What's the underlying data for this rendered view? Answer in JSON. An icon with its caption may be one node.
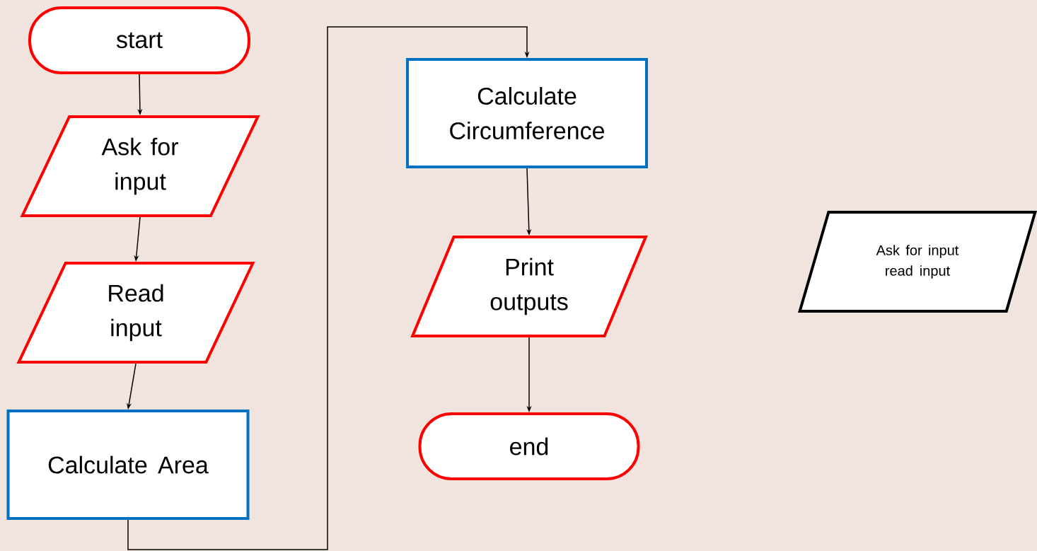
{
  "diagram": {
    "nodes": [
      {
        "text": [
          "start"
        ]
      },
      {
        "text": [
          "Ask for input"
        ]
      },
      {
        "text": [
          "Read input"
        ]
      },
      {
        "text": [
          "Calculate Area"
        ]
      },
      {
        "text": [
          "Calculate Circumference"
        ]
      },
      {
        "text": [
          "Print outputs"
        ]
      },
      {
        "text": [
          "end"
        ]
      },
      {
        "text": [
          "Ask for input read input"
        ]
      }
    ],
    "edges": [
      {
        "from": 0,
        "to": 1,
        "arrow": "to"
      },
      {
        "from": 1,
        "to": 2,
        "arrow": "to"
      },
      {
        "from": 2,
        "to": 3,
        "arrow": "to"
      },
      {
        "from": 3,
        "to": 4,
        "arrow": "to"
      },
      {
        "from": 4,
        "to": 5,
        "arrow": "to"
      },
      {
        "from": 5,
        "to": 6,
        "arrow": "to"
      }
    ]
  }
}
